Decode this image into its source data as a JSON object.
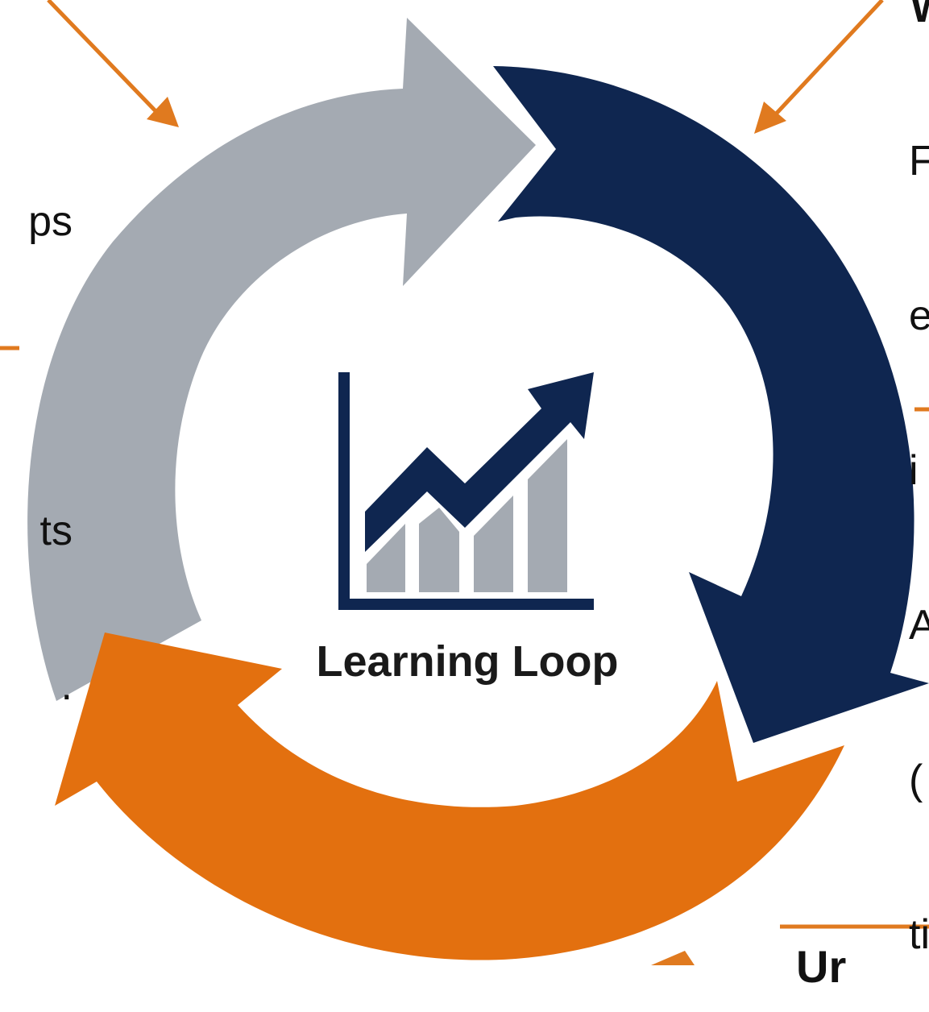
{
  "center": {
    "label": "Learning Loop",
    "icon": "growth-chart-icon"
  },
  "segments": [
    {
      "name": "gray",
      "color": "#A4AAB2",
      "icon": "arrow-segment"
    },
    {
      "name": "navy",
      "color": "#0F2650",
      "icon": "arrow-segment"
    },
    {
      "name": "orange",
      "color": "#E3700F",
      "icon": "arrow-segment"
    }
  ],
  "callouts": {
    "left_partial_lines": [
      "ps",
      "",
      "ts",
      "."
    ],
    "right_partial_title": "W",
    "right_partial_lines": [
      "F",
      "e",
      "i",
      "A",
      "(",
      "ti"
    ],
    "bottom_partial_title": "Ur"
  },
  "colors": {
    "accent": "#E07A1F",
    "navy": "#0F2650",
    "gray": "#A4AAB2",
    "text": "#111111"
  }
}
